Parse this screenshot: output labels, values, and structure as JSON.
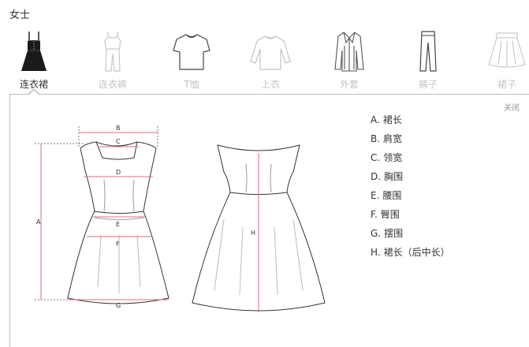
{
  "page": {
    "section_title": "女士"
  },
  "tabs": [
    {
      "label": "连衣裙",
      "icon": "dress-icon",
      "active": true
    },
    {
      "label": "连衣裤",
      "icon": "jumpsuit-icon",
      "active": false
    },
    {
      "label": "T恤",
      "icon": "tshirt-icon",
      "active": false
    },
    {
      "label": "上衣",
      "icon": "top-icon",
      "active": false
    },
    {
      "label": "外套",
      "icon": "coat-icon",
      "active": false
    },
    {
      "label": "裤子",
      "icon": "pants-icon",
      "active": false
    },
    {
      "label": "裙子",
      "icon": "skirt-icon",
      "active": false
    }
  ],
  "panel": {
    "close_label": "关闭"
  },
  "diagram": {
    "front_labels": {
      "A": "A",
      "B": "B",
      "C": "C",
      "D": "D",
      "E": "E",
      "F": "F",
      "G": "G"
    },
    "back_labels": {
      "H": "H"
    },
    "measure_color": "#e06d7d"
  },
  "legend": [
    {
      "letter": "A.",
      "text": "裙长"
    },
    {
      "letter": "B.",
      "text": "肩宽"
    },
    {
      "letter": "C.",
      "text": "领宽"
    },
    {
      "letter": "D.",
      "text": "胸围"
    },
    {
      "letter": "E.",
      "text": "腰围"
    },
    {
      "letter": "F.",
      "text": "臀围"
    },
    {
      "letter": "G.",
      "text": "摆围"
    },
    {
      "letter": "H.",
      "text": "裙长（后中长）"
    }
  ]
}
